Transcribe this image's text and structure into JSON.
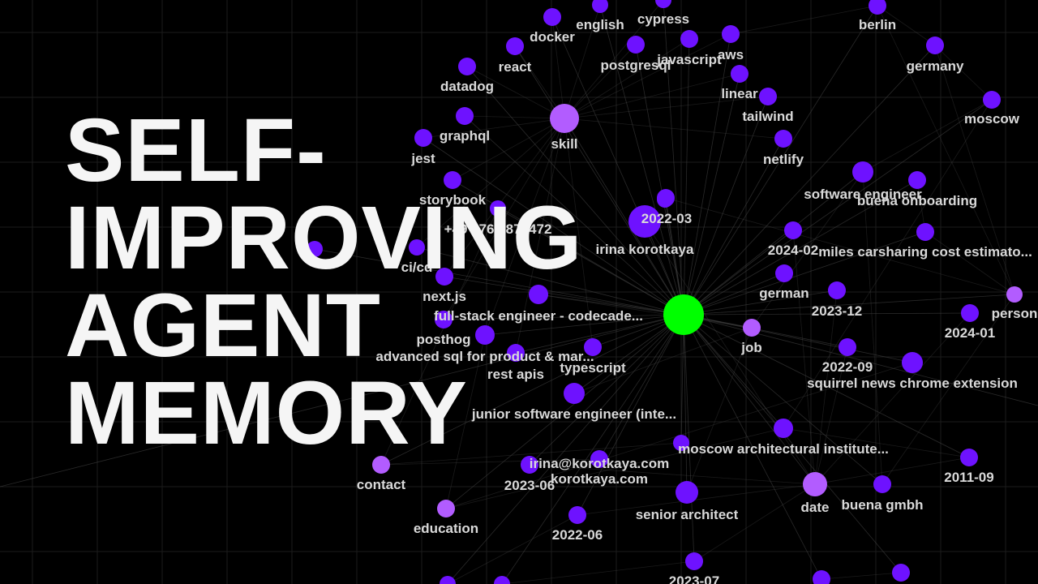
{
  "headline": {
    "line1": "SELF-",
    "line2": "IMPROVING",
    "line3": "AGENT",
    "line4": "MEMORY"
  },
  "colors": {
    "background": "#000000",
    "grid": "#1c1c1c",
    "edge": "#4a4a4a",
    "node_primary": "#6e12ff",
    "node_category": "#b25cff",
    "node_center": "#00ff00",
    "label": "#d9d9d9",
    "headline": "#f5f5f5"
  },
  "graph": {
    "center": {
      "id": "center",
      "label": "",
      "kind": "center"
    },
    "nodes": [
      {
        "id": "english",
        "label": "english",
        "kind": "entity"
      },
      {
        "id": "cypress",
        "label": "cypress",
        "kind": "entity"
      },
      {
        "id": "docker",
        "label": "docker",
        "kind": "entity"
      },
      {
        "id": "berlin",
        "label": "berlin",
        "kind": "entity"
      },
      {
        "id": "react",
        "label": "react",
        "kind": "entity"
      },
      {
        "id": "postgresql",
        "label": "postgresql",
        "kind": "entity"
      },
      {
        "id": "javascript",
        "label": "javascript",
        "kind": "entity"
      },
      {
        "id": "aws",
        "label": "aws",
        "kind": "entity"
      },
      {
        "id": "germany",
        "label": "germany",
        "kind": "entity"
      },
      {
        "id": "datadog",
        "label": "datadog",
        "kind": "entity"
      },
      {
        "id": "linear",
        "label": "linear",
        "kind": "entity"
      },
      {
        "id": "tailwind",
        "label": "tailwind",
        "kind": "entity"
      },
      {
        "id": "moscow",
        "label": "moscow",
        "kind": "entity"
      },
      {
        "id": "graphql",
        "label": "graphql",
        "kind": "entity"
      },
      {
        "id": "skill",
        "label": "skill",
        "kind": "category"
      },
      {
        "id": "jest",
        "label": "jest",
        "kind": "entity"
      },
      {
        "id": "netlify",
        "label": "netlify",
        "kind": "entity"
      },
      {
        "id": "software-engineer",
        "label": "software engineer",
        "kind": "entity"
      },
      {
        "id": "buena-onboarding",
        "label": "buena onboarding",
        "kind": "entity"
      },
      {
        "id": "storybook",
        "label": "storybook",
        "kind": "entity"
      },
      {
        "id": "2022-03",
        "label": "2022-03",
        "kind": "entity"
      },
      {
        "id": "phone",
        "label": "+49 176 3874472",
        "kind": "entity"
      },
      {
        "id": "irina-korotkaya",
        "label": "irina korotkaya",
        "kind": "entity"
      },
      {
        "id": "2024-02",
        "label": "2024-02",
        "kind": "entity"
      },
      {
        "id": "miles",
        "label": "miles carsharing cost estimato...",
        "kind": "entity"
      },
      {
        "id": "ci-cd",
        "label": "ci/cd",
        "kind": "entity"
      },
      {
        "id": "nextjs",
        "label": "next.js",
        "kind": "entity"
      },
      {
        "id": "german",
        "label": "german",
        "kind": "entity"
      },
      {
        "id": "2023-12",
        "label": "2023-12",
        "kind": "entity"
      },
      {
        "id": "person",
        "label": "person",
        "kind": "category"
      },
      {
        "id": "full-stack",
        "label": "full-stack engineer - codecade...",
        "kind": "entity"
      },
      {
        "id": "2024-01",
        "label": "2024-01",
        "kind": "entity"
      },
      {
        "id": "posthog",
        "label": "posthog",
        "kind": "entity"
      },
      {
        "id": "job",
        "label": "job",
        "kind": "category"
      },
      {
        "id": "advanced-sql",
        "label": "advanced sql for product & mar...",
        "kind": "entity"
      },
      {
        "id": "typescript",
        "label": "typescript",
        "kind": "entity"
      },
      {
        "id": "rest-apis",
        "label": "rest apis",
        "kind": "entity"
      },
      {
        "id": "2022-09",
        "label": "2022-09",
        "kind": "entity"
      },
      {
        "id": "squirrel",
        "label": "squirrel news chrome extension",
        "kind": "entity"
      },
      {
        "id": "junior",
        "label": "junior software engineer (inte...",
        "kind": "entity"
      },
      {
        "id": "maki",
        "label": "moscow architectural institute...",
        "kind": "entity"
      },
      {
        "id": "email",
        "label": "irina@korotkaya.com",
        "kind": "entity"
      },
      {
        "id": "2011-09",
        "label": "2011-09",
        "kind": "entity"
      },
      {
        "id": "contact",
        "label": "contact",
        "kind": "category"
      },
      {
        "id": "2023-06",
        "label": "2023-06",
        "kind": "entity"
      },
      {
        "id": "domain",
        "label": "korotkaya.com",
        "kind": "entity"
      },
      {
        "id": "date",
        "label": "date",
        "kind": "category"
      },
      {
        "id": "buena-gmbh",
        "label": "buena gmbh",
        "kind": "entity"
      },
      {
        "id": "senior-architect",
        "label": "senior architect",
        "kind": "entity"
      },
      {
        "id": "education",
        "label": "education",
        "kind": "category"
      },
      {
        "id": "2022-06",
        "label": "2022-06",
        "kind": "entity"
      },
      {
        "id": "2023-07",
        "label": "2023-07",
        "kind": "entity"
      },
      {
        "id": "u1",
        "label": "",
        "kind": "entity"
      },
      {
        "id": "u2",
        "label": "",
        "kind": "entity"
      },
      {
        "id": "u3",
        "label": "",
        "kind": "entity"
      },
      {
        "id": "u4",
        "label": "",
        "kind": "entity"
      },
      {
        "id": "u5",
        "label": "",
        "kind": "entity"
      },
      {
        "id": "u6",
        "label": "",
        "kind": "entity"
      },
      {
        "id": "u7",
        "label": "",
        "kind": "entity"
      },
      {
        "id": "u8",
        "label": "",
        "kind": "entity"
      }
    ],
    "edges": [
      [
        "center",
        "english"
      ],
      [
        "center",
        "cypress"
      ],
      [
        "center",
        "docker"
      ],
      [
        "center",
        "react"
      ],
      [
        "center",
        "postgresql"
      ],
      [
        "center",
        "javascript"
      ],
      [
        "center",
        "aws"
      ],
      [
        "center",
        "datadog"
      ],
      [
        "center",
        "linear"
      ],
      [
        "center",
        "tailwind"
      ],
      [
        "center",
        "graphql"
      ],
      [
        "center",
        "skill"
      ],
      [
        "center",
        "jest"
      ],
      [
        "center",
        "netlify"
      ],
      [
        "center",
        "software-engineer"
      ],
      [
        "center",
        "buena-onboarding"
      ],
      [
        "center",
        "storybook"
      ],
      [
        "center",
        "2022-03"
      ],
      [
        "center",
        "phone"
      ],
      [
        "center",
        "irina-korotkaya"
      ],
      [
        "center",
        "2024-02"
      ],
      [
        "center",
        "miles"
      ],
      [
        "center",
        "ci-cd"
      ],
      [
        "center",
        "nextjs"
      ],
      [
        "center",
        "german"
      ],
      [
        "center",
        "2023-12"
      ],
      [
        "center",
        "full-stack"
      ],
      [
        "center",
        "2024-01"
      ],
      [
        "center",
        "posthog"
      ],
      [
        "center",
        "job"
      ],
      [
        "center",
        "advanced-sql"
      ],
      [
        "center",
        "typescript"
      ],
      [
        "center",
        "rest-apis"
      ],
      [
        "center",
        "2022-09"
      ],
      [
        "center",
        "squirrel"
      ],
      [
        "center",
        "junior"
      ],
      [
        "center",
        "maki"
      ],
      [
        "center",
        "email"
      ],
      [
        "center",
        "2011-09"
      ],
      [
        "center",
        "contact"
      ],
      [
        "center",
        "2023-06"
      ],
      [
        "center",
        "domain"
      ],
      [
        "center",
        "date"
      ],
      [
        "center",
        "buena-gmbh"
      ],
      [
        "center",
        "senior-architect"
      ],
      [
        "center",
        "education"
      ],
      [
        "center",
        "2022-06"
      ],
      [
        "center",
        "2023-07"
      ],
      [
        "center",
        "berlin"
      ],
      [
        "center",
        "germany"
      ],
      [
        "center",
        "moscow"
      ],
      [
        "center",
        "person"
      ],
      [
        "center",
        "u1"
      ],
      [
        "center",
        "u2"
      ],
      [
        "center",
        "u3"
      ],
      [
        "center",
        "u4"
      ],
      [
        "center",
        "u5"
      ],
      [
        "center",
        "u6"
      ],
      [
        "center",
        "u7"
      ],
      [
        "center",
        "u8"
      ],
      [
        "skill",
        "english"
      ],
      [
        "skill",
        "react"
      ],
      [
        "skill",
        "docker"
      ],
      [
        "skill",
        "datadog"
      ],
      [
        "skill",
        "graphql"
      ],
      [
        "skill",
        "jest"
      ],
      [
        "skill",
        "storybook"
      ],
      [
        "skill",
        "postgresql"
      ],
      [
        "skill",
        "javascript"
      ],
      [
        "skill",
        "cypress"
      ],
      [
        "skill",
        "aws"
      ],
      [
        "skill",
        "linear"
      ],
      [
        "skill",
        "tailwind"
      ],
      [
        "skill",
        "netlify"
      ],
      [
        "skill",
        "typescript"
      ],
      [
        "skill",
        "rest-apis"
      ],
      [
        "skill",
        "posthog"
      ],
      [
        "skill",
        "nextjs"
      ],
      [
        "skill",
        "ci-cd"
      ],
      [
        "skill",
        "advanced-sql"
      ],
      [
        "date",
        "2022-03"
      ],
      [
        "date",
        "2024-02"
      ],
      [
        "date",
        "2023-12"
      ],
      [
        "date",
        "2024-01"
      ],
      [
        "date",
        "2022-09"
      ],
      [
        "date",
        "2011-09"
      ],
      [
        "date",
        "2023-06"
      ],
      [
        "date",
        "2022-06"
      ],
      [
        "date",
        "2023-07"
      ],
      [
        "job",
        "full-stack"
      ],
      [
        "job",
        "junior"
      ],
      [
        "job",
        "software-engineer"
      ],
      [
        "job",
        "senior-architect"
      ],
      [
        "person",
        "irina-korotkaya"
      ],
      [
        "person",
        "buena-gmbh"
      ],
      [
        "person",
        "berlin"
      ],
      [
        "person",
        "germany"
      ],
      [
        "contact",
        "email"
      ],
      [
        "contact",
        "phone"
      ],
      [
        "contact",
        "domain"
      ],
      [
        "education",
        "maki"
      ],
      [
        "education",
        "squirrel"
      ],
      [
        "education",
        "advanced-sql"
      ],
      [
        "berlin",
        "germany"
      ],
      [
        "germany",
        "moscow"
      ],
      [
        "moscow",
        "software-engineer"
      ],
      [
        "berlin",
        "aws"
      ],
      [
        "buena-onboarding",
        "miles"
      ],
      [
        "miles",
        "person"
      ],
      [
        "software-engineer",
        "buena-gmbh"
      ],
      [
        "maki",
        "moscow"
      ],
      [
        "2011-09",
        "maki"
      ],
      [
        "u2",
        "2023-07"
      ],
      [
        "u3",
        "u4"
      ],
      [
        "u5",
        "2022-06"
      ]
    ]
  }
}
